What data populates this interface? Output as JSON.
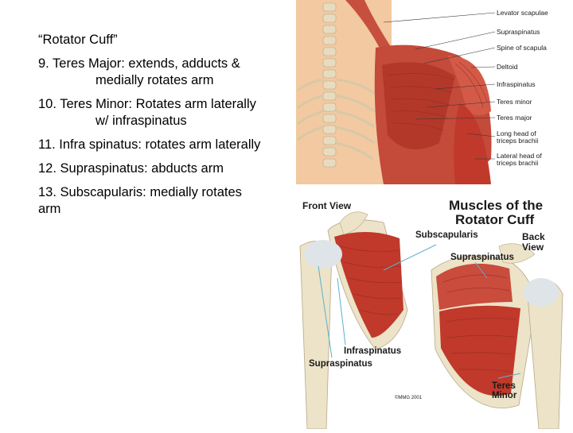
{
  "slide": {
    "heading": "“Rotator Cuff”",
    "items": [
      {
        "line1": "9. Teres Major: extends, adducts &",
        "line2": "medially rotates arm"
      },
      {
        "line1": "10. Teres Minor: Rotates arm laterally",
        "line2": "w/ infraspinatus"
      },
      {
        "line1": "11. Infra spinatus: rotates arm laterally"
      },
      {
        "line1": "12. Supraspinatus: abducts arm"
      },
      {
        "line1": "13. Subscapularis: medially rotates",
        "line2": "arm"
      }
    ]
  },
  "top_figure": {
    "labels": {
      "levator": "Levator scapulae",
      "supraspinatus": "Supraspinatus",
      "spine": "Spine of scapula",
      "deltoid": "Deltoid",
      "infraspinatus": "Infraspinatus",
      "teres_minor": "Teres minor",
      "teres_major": "Teres major",
      "long_head_1": "Long head of",
      "long_head_2": "triceps brachii",
      "lateral_head_1": "Lateral head of",
      "lateral_head_2": "triceps brachii"
    }
  },
  "bottom_figure": {
    "title_line1": "Muscles of the",
    "title_line2": "Rotator Cuff",
    "front_view": "Front View",
    "back_view_1": "Back",
    "back_view_2": "View",
    "subscapularis": "Subscapularis",
    "supraspinatus_back": "Supraspinatus",
    "infraspinatus": "Infraspinatus",
    "supraspinatus_front": "Supraspinatus",
    "teres_minor_1": "Teres",
    "teres_minor_2": "Minor",
    "copyright": "©MMG 2001"
  },
  "colors": {
    "muscle": "#c0392b",
    "muscle_light": "#e07060",
    "bone": "#ece3c8",
    "skin": "#f2c9a0",
    "tendon": "#dfe4e8"
  }
}
